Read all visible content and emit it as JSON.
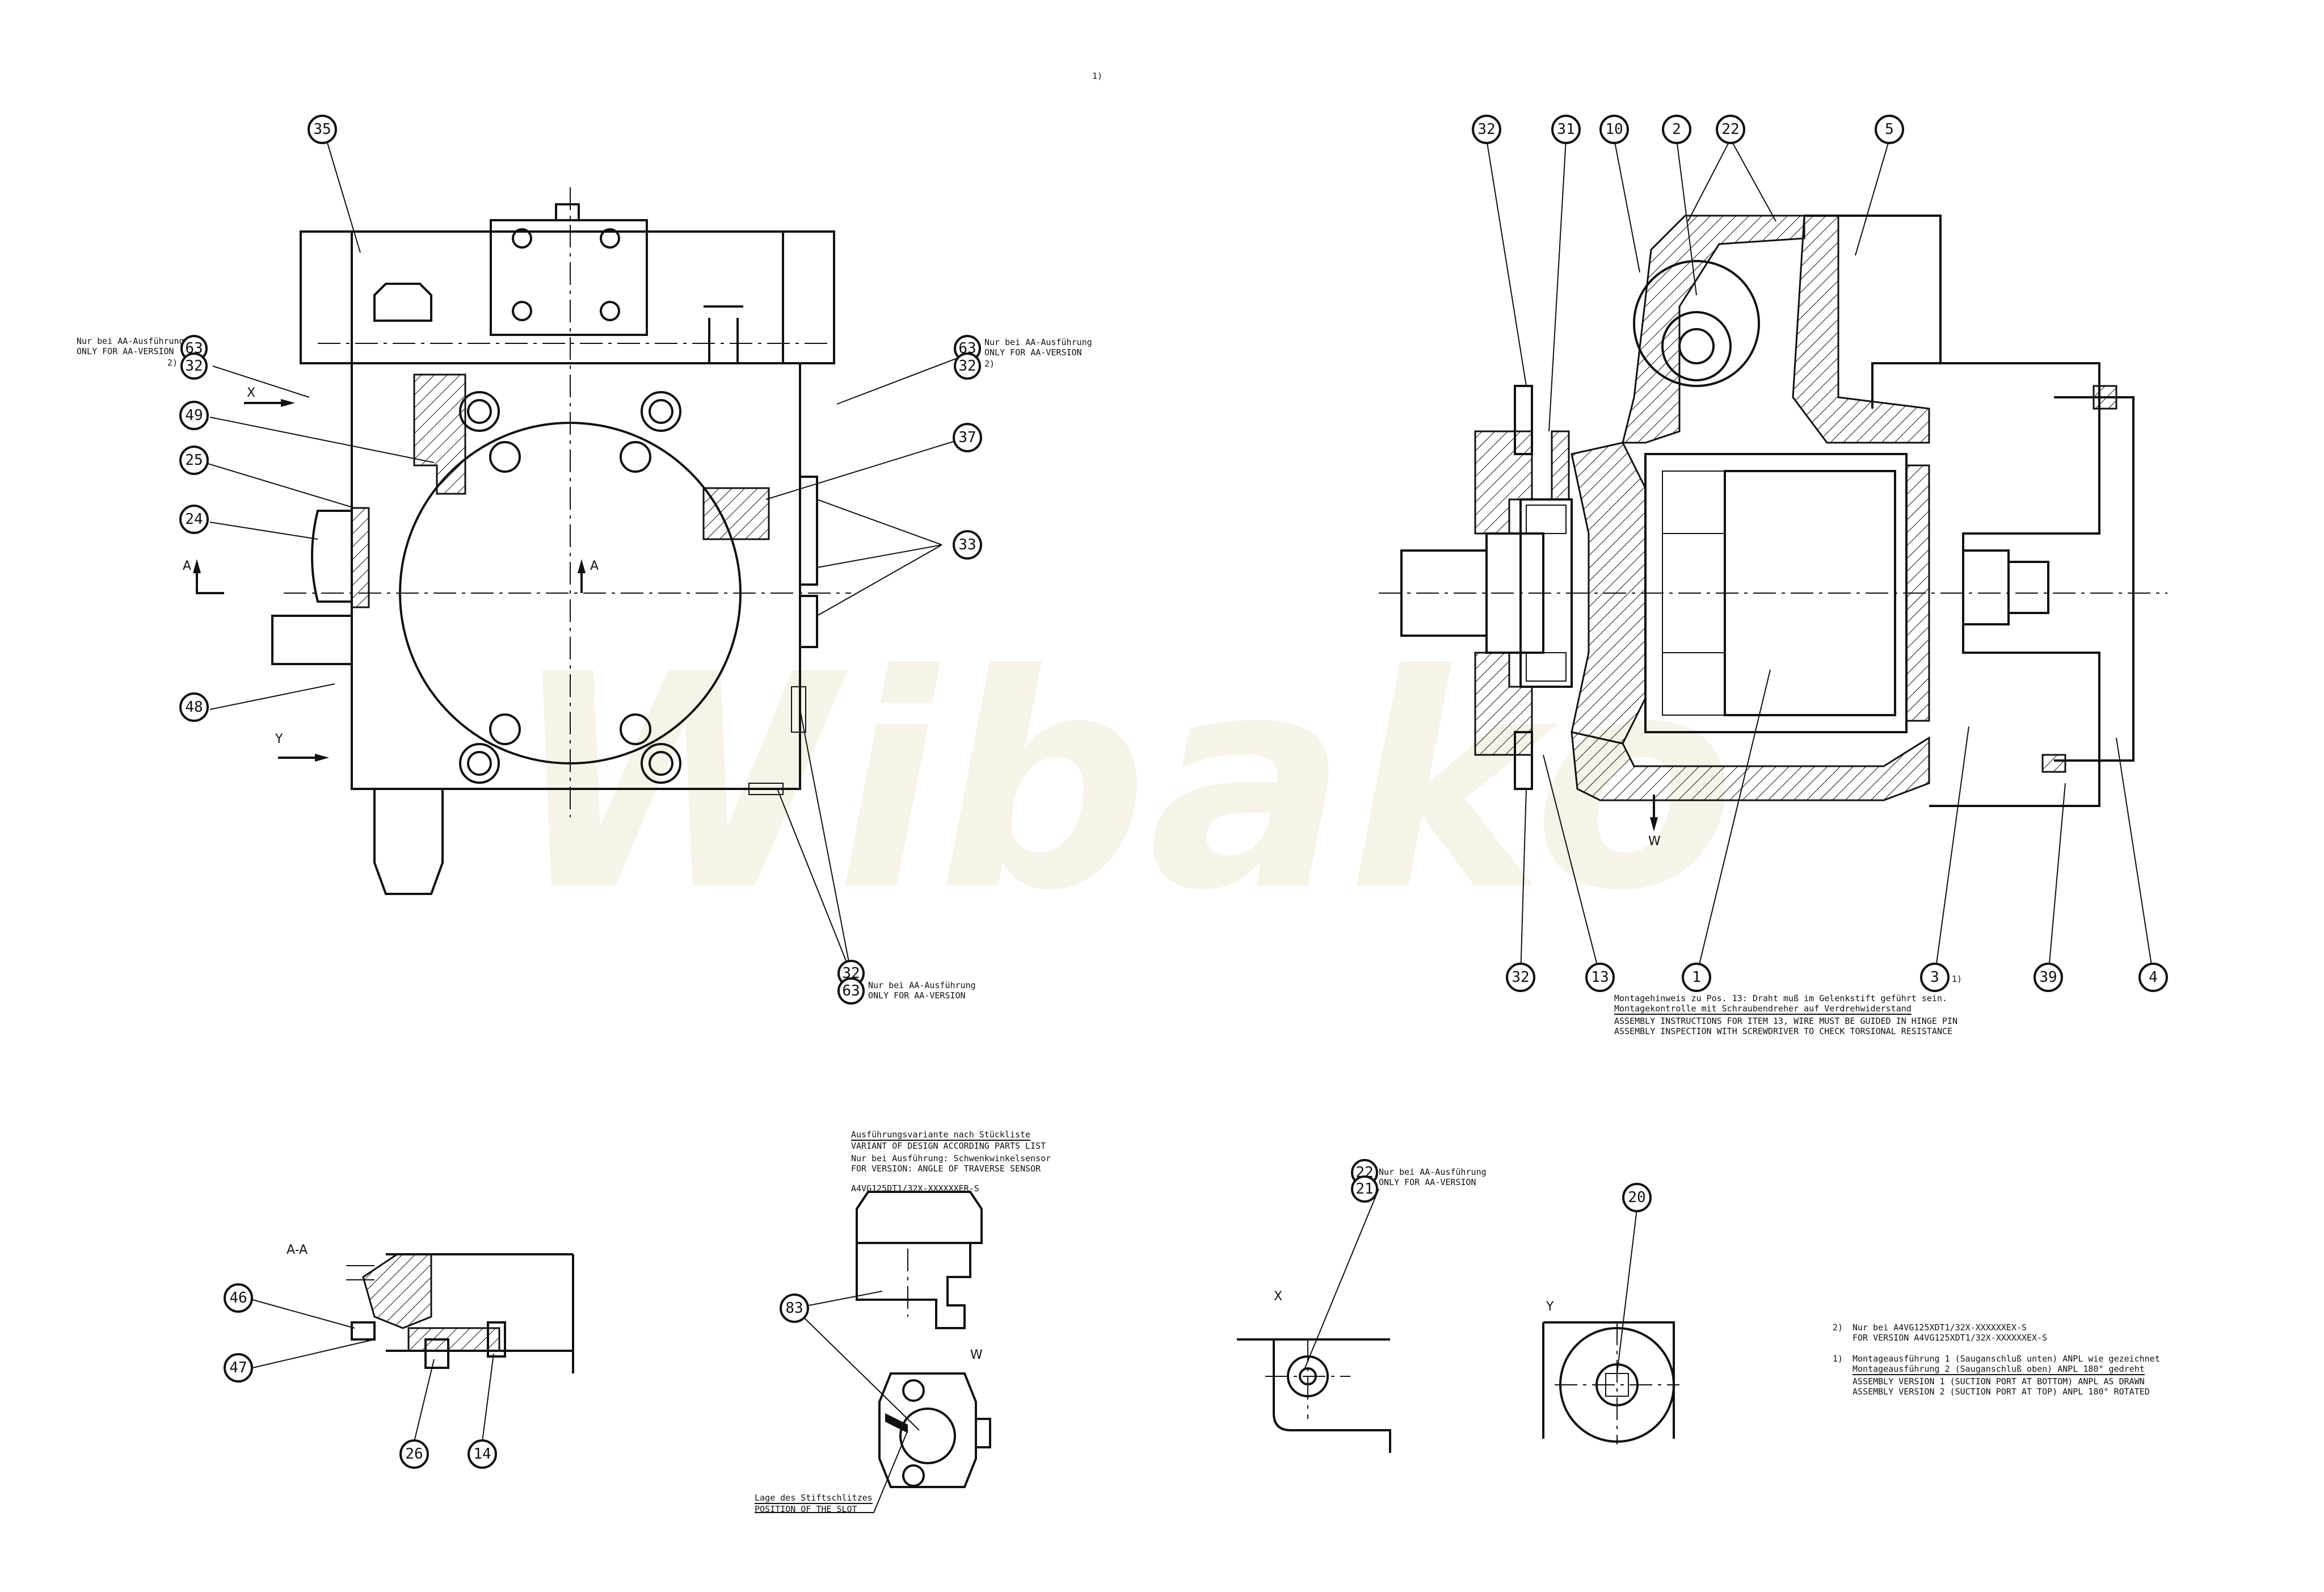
{
  "sheet": {
    "marker_top": "1)",
    "watermark": "Wibako"
  },
  "balloons": {
    "left_view": [
      "35",
      "63",
      "32",
      "49",
      "25",
      "24",
      "48",
      "63",
      "32",
      "37",
      "33",
      "32",
      "63"
    ],
    "right_view": [
      "32",
      "31",
      "10",
      "2",
      "22",
      "5",
      "32",
      "13",
      "1",
      "3",
      "39",
      "4"
    ],
    "section_aa": [
      "46",
      "47",
      "26",
      "14"
    ],
    "sensor": [
      "83"
    ],
    "view_x": [
      "22",
      "21"
    ],
    "view_y": [
      "20"
    ]
  },
  "notes": {
    "aa_left_de": "Nur bei AA-Ausführung",
    "aa_left_en": "ONLY FOR AA-VERSION",
    "aa_left_fn": "2)",
    "aa_right_de": "Nur bei AA-Ausführung",
    "aa_right_en": "ONLY FOR AA-VERSION",
    "aa_right_fn": "2)",
    "aa_bottom_de": "Nur bei AA-Ausführung",
    "aa_bottom_en": "ONLY FOR AA-VERSION",
    "aa_x_de": "Nur bei AA-Ausführung",
    "aa_x_en": "ONLY FOR AA-VERSION",
    "item3_fn": "1)",
    "assembly_de_1": "Montagehinweis zu Pos. 13: Draht muß im Gelenkstift geführt sein.",
    "assembly_de_2": "Montagekontrolle mit Schraubendreher auf Verdrehwiderstand",
    "assembly_en_1": "ASSEMBLY INSTRUCTIONS FOR ITEM 13, WIRE MUST BE GUIDED IN HINGE PIN",
    "assembly_en_2": "ASSEMBLY INSPECTION WITH SCREWDRIVER TO CHECK TORSIONAL RESISTANCE",
    "variant_de": "Ausführungsvariante nach Stückliste",
    "variant_en": "VARIANT OF DESIGN ACCORDING PARTS LIST",
    "sensor_de": "Nur bei Ausführung: Schwenkwinkelsensor",
    "sensor_en": "FOR VERSION: ANGLE OF TRAVERSE SENSOR",
    "sensor_code": "A4VG125DT1/32X-XXXXXXER-S",
    "slot_de": "Lage des Stiftschlitzes",
    "slot_en": "POSITION OF THE SLOT",
    "fn2_mark": "2)",
    "fn2_de": "Nur bei A4VG125XDT1/32X-XXXXXXEX-S",
    "fn2_en": "FOR VERSION A4VG125XDT1/32X-XXXXXXEX-S",
    "fn1_mark": "1)",
    "fn1_de_1": "Montageausführung 1 (Sauganschluß unten) ANPL wie gezeichnet",
    "fn1_de_2": "Montageausführung 2 (Sauganschluß oben) ANPL 180° gedreht",
    "fn1_en_1": "ASSEMBLY VERSION 1 (SUCTION PORT AT BOTTOM) ANPL AS DRAWN",
    "fn1_en_2": "ASSEMBLY VERSION 2 (SUCTION PORT AT TOP) ANPL 180° ROTATED"
  },
  "view_labels": {
    "section_a_left": "A",
    "section_a_center": "A",
    "x_arrow": "X",
    "y_arrow": "Y",
    "w_arrow": "W",
    "section_aa": "A-A",
    "view_w": "W",
    "view_x": "X",
    "view_y": "Y"
  },
  "colors": {
    "line": "#111111",
    "background": "#ffffff",
    "watermark": "#f3ead8"
  }
}
